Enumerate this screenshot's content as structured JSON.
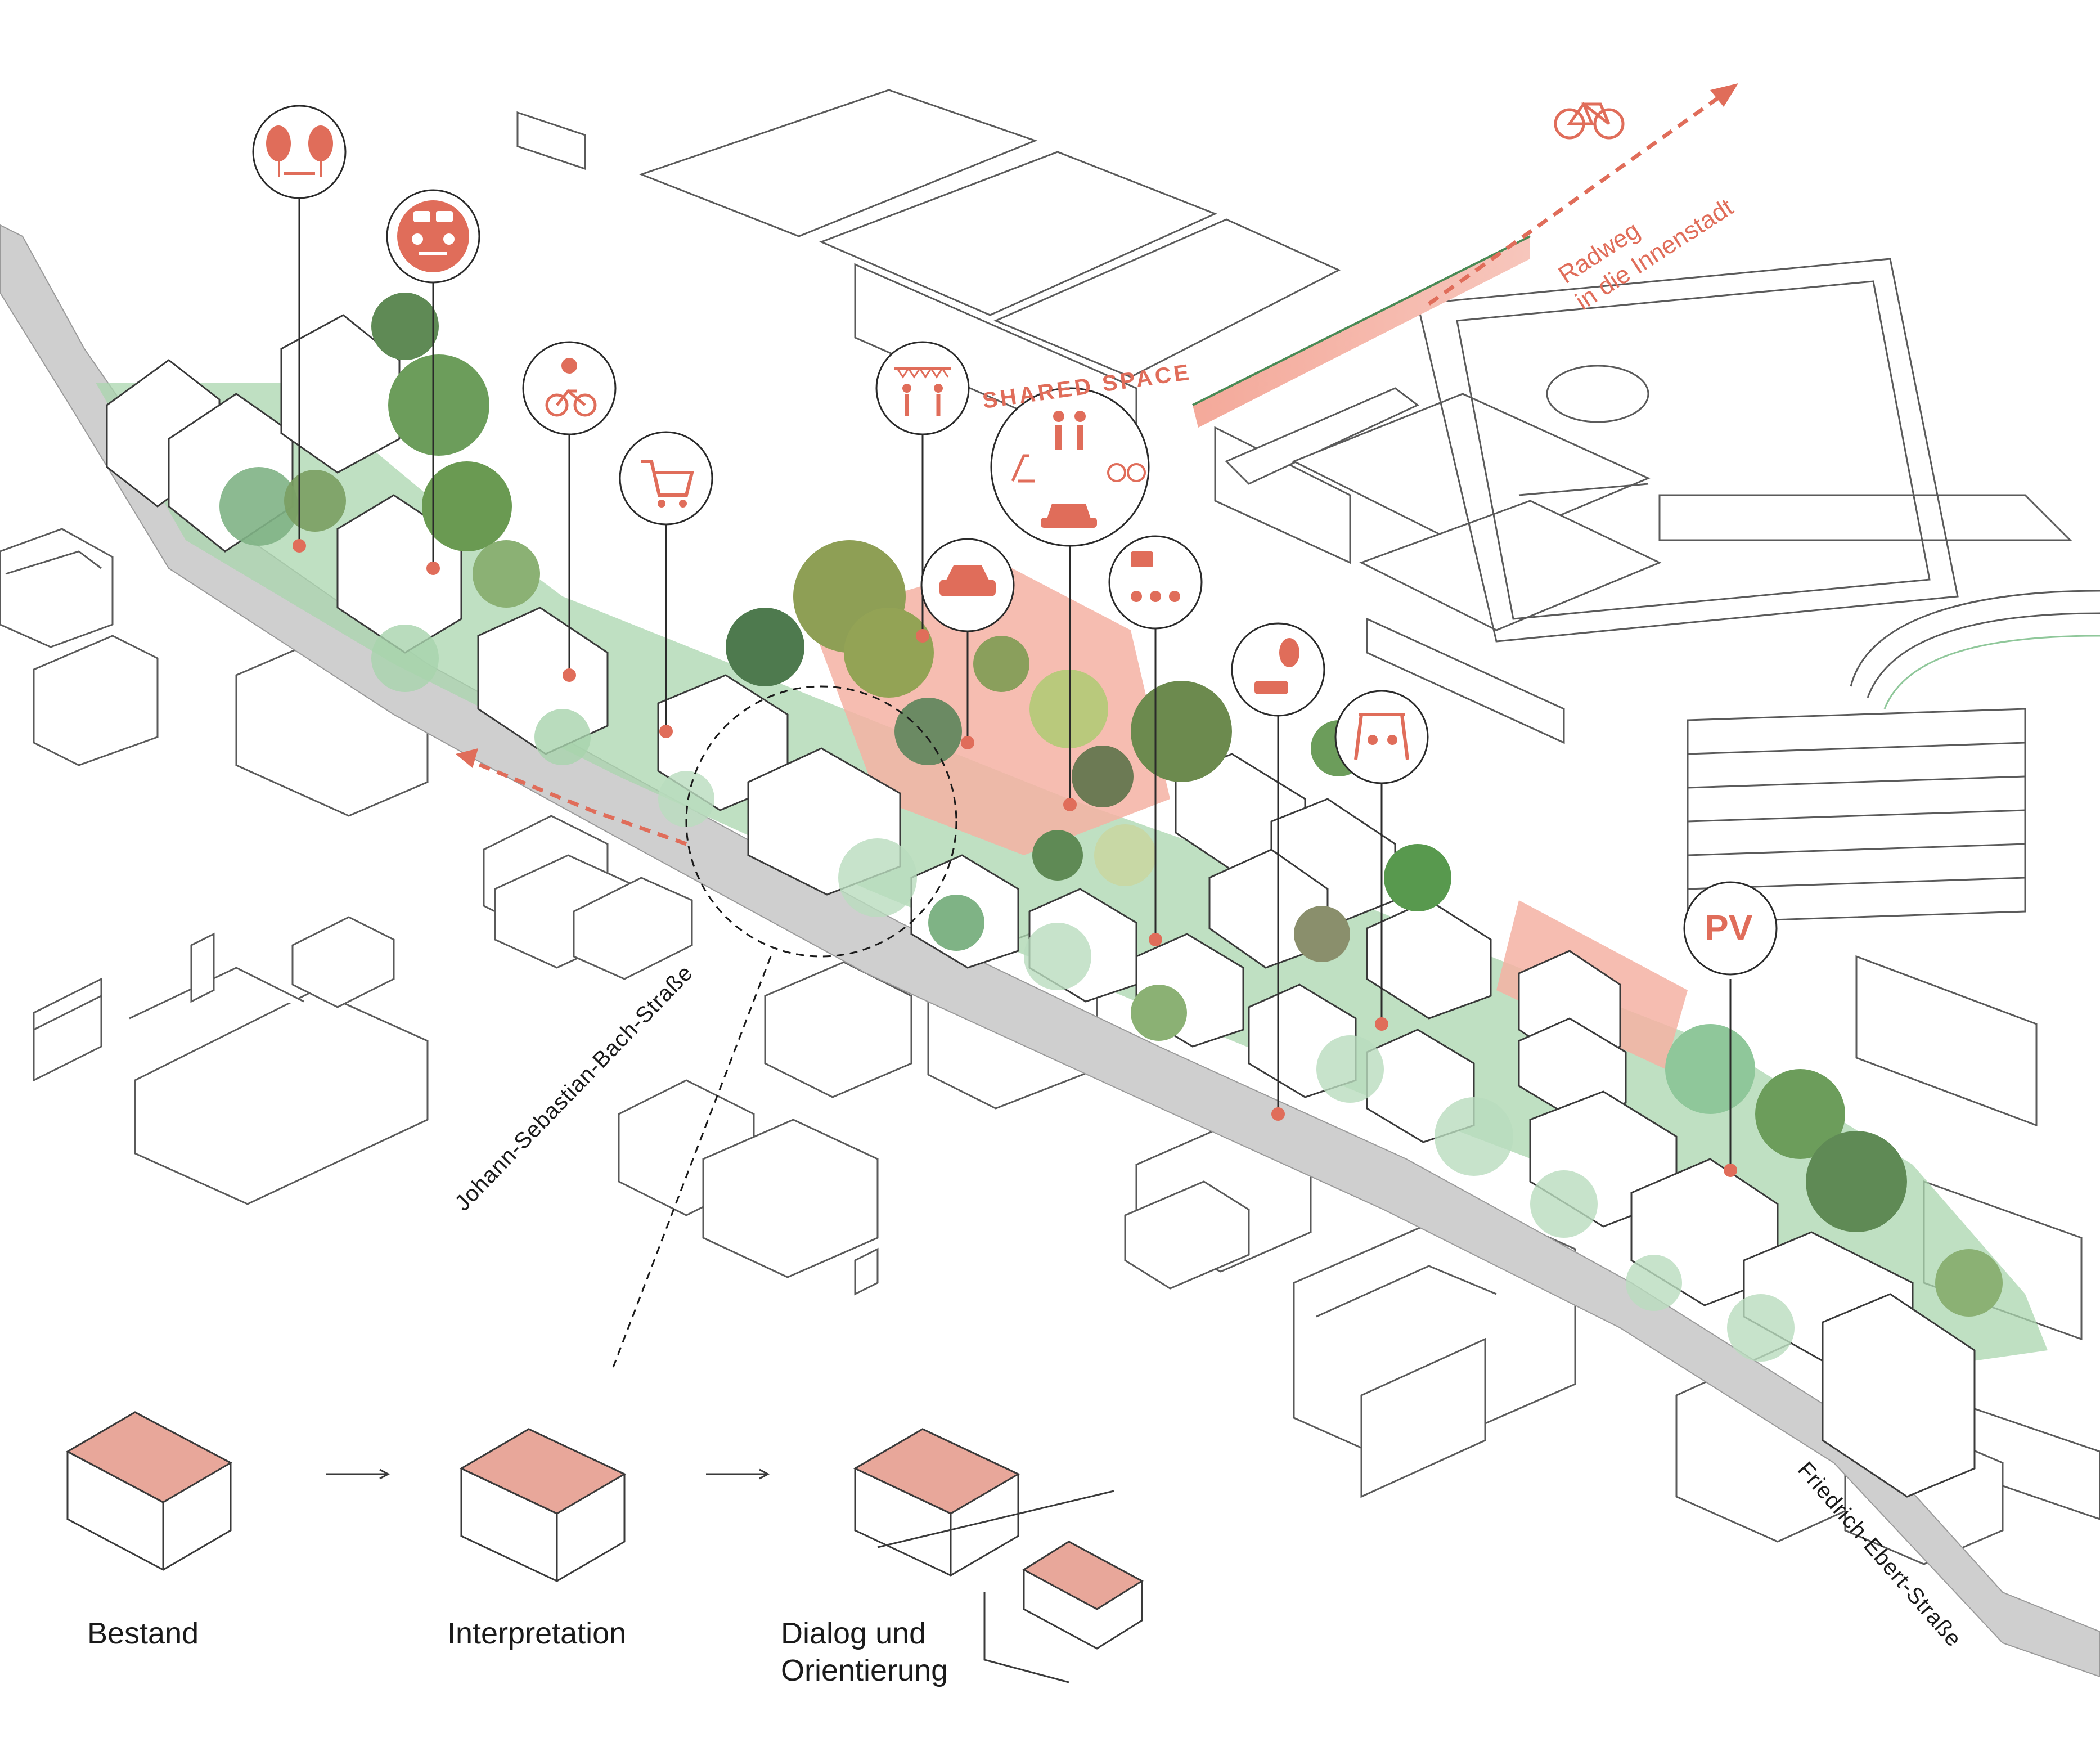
{
  "colors": {
    "accent": "#e06d5a",
    "accent_light": "#f4a99a",
    "green_area": "#8fc79a",
    "street_gray": "#c8c8c8",
    "outline": "#4a4a4a"
  },
  "annotations": {
    "cycle_route": "Radweg\nin die Innenstadt",
    "shared_space": "SHARED SPACE",
    "pv": "PV"
  },
  "streets": {
    "north": "Johann-Sebastian-Bach-Straße",
    "south": "Friedrich-Ebert-Straße"
  },
  "legend": {
    "step1": "Bestand",
    "step2": "Interpretation",
    "step3": "Dialog und\nOrientierung"
  },
  "icons": [
    "trees-and-picnic-icon",
    "meeting-and-dialog-icon",
    "bike-repair-icon",
    "shopping-cart-icon",
    "street-festival-icon",
    "shared-space-icon",
    "car-icon",
    "gardening-icon",
    "car-sharing-icon",
    "playground-swing-icon",
    "photovoltaic-icon",
    "bicycle-icon"
  ]
}
